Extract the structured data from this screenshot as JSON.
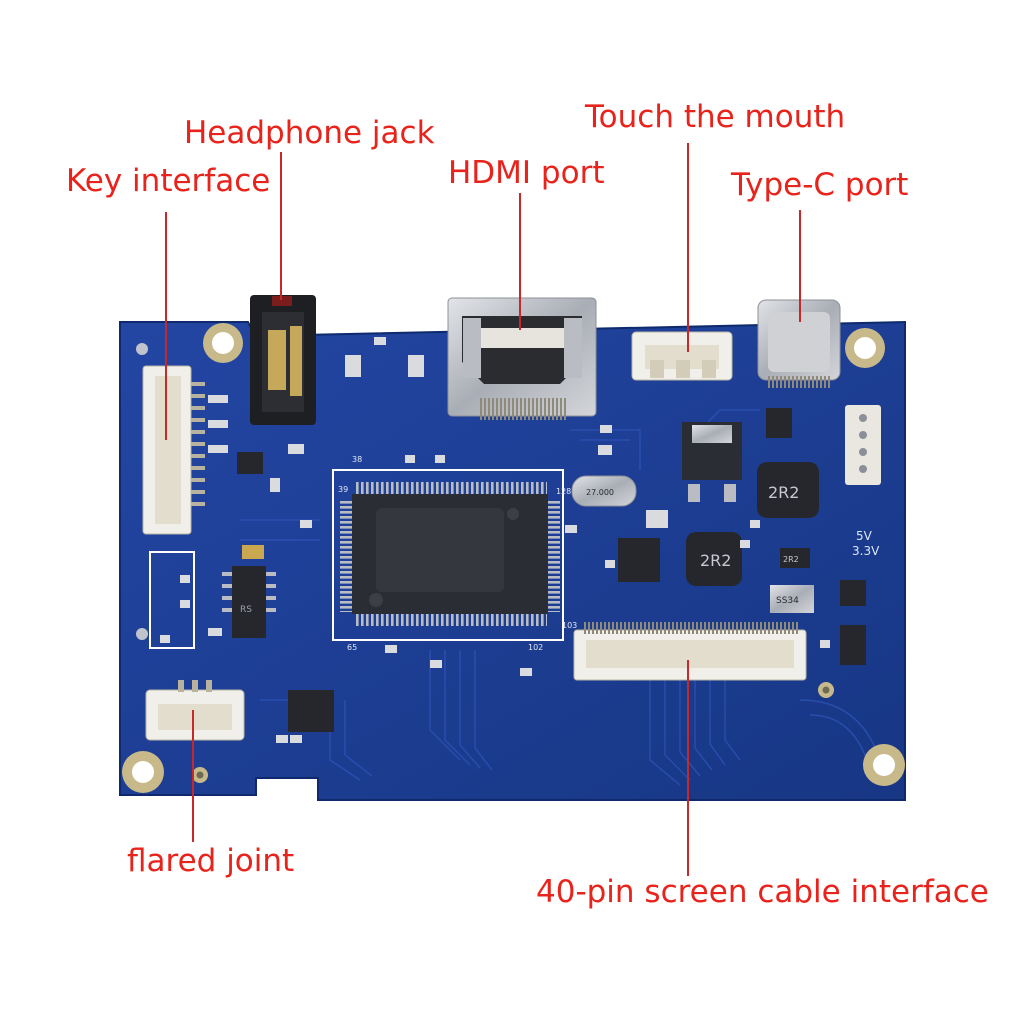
{
  "labels": {
    "headphone_jack": "Headphone jack",
    "key_interface": "Key interface",
    "hdmi_port": "HDMI port",
    "touch_the_mouth": "Touch the mouth",
    "type_c_port": "Type-C port",
    "flared_joint": "flared joint",
    "screen_cable_interface": "40-pin screen cable interface"
  },
  "board_markings": {
    "pin_39": "39",
    "pin_38": "38",
    "pin_128": "128",
    "pin_103": "103",
    "pin_65": "65",
    "pin_102": "102",
    "crystal": "27.000",
    "inductor_1": "2R2",
    "inductor_2": "2R2",
    "voltage_5v": "5V",
    "voltage_3v3": "3.3V",
    "diode": "SS34",
    "chip_small": "2R2",
    "ic_mark": "RS"
  },
  "colors": {
    "board": "#1f3d94",
    "board_dark": "#15307a",
    "callout_text": "#e8231c",
    "callout_line": "#c8282a",
    "connector": "#f1efe9",
    "metal": "#c9ccd1",
    "chip": "#2a2d33"
  }
}
